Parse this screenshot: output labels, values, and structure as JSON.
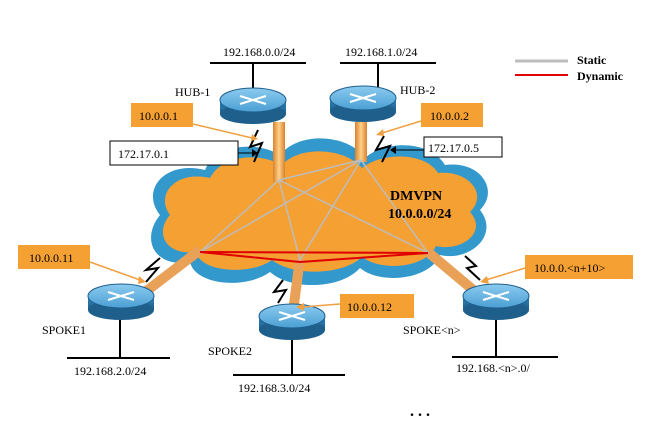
{
  "legend": {
    "items": [
      {
        "label": "Static",
        "color": "#bdbdbd"
      },
      {
        "label": "Dynamic",
        "color": "#e00000"
      }
    ]
  },
  "cloud": {
    "title": "DMVPN",
    "subnet": "10.0.0.0/24",
    "color": "#f5a033",
    "edge_color": "#3399cc"
  },
  "routers": [
    {
      "id": "hub1",
      "name": "HUB-1",
      "lan": "192.168.0.0/24",
      "tunnel_ip": "10.0.0.1",
      "public_ip": "172.17.0.1"
    },
    {
      "id": "hub2",
      "name": "HUB-2",
      "lan": "192.168.1.0/24",
      "tunnel_ip": "10.0.0.2",
      "public_ip": "172.17.0.5"
    },
    {
      "id": "spoke1",
      "name": "SPOKE1",
      "lan": "192.168.2.0/24",
      "tunnel_ip": "10.0.0.11"
    },
    {
      "id": "spoke2",
      "name": "SPOKE2",
      "lan": "192.168.3.0/24",
      "tunnel_ip": "10.0.0.12"
    },
    {
      "id": "spoken",
      "name": "SPOKE<n>",
      "lan": "192.168.<n>.0/",
      "tunnel_ip": "10.0.0.<n+10>"
    }
  ],
  "ellipsis": ". . .",
  "colors": {
    "router_body": "#3b8fc4",
    "router_top": "#6fb8e0",
    "tunnel_box": "#f5a033",
    "link_orange": "#f0a040"
  }
}
